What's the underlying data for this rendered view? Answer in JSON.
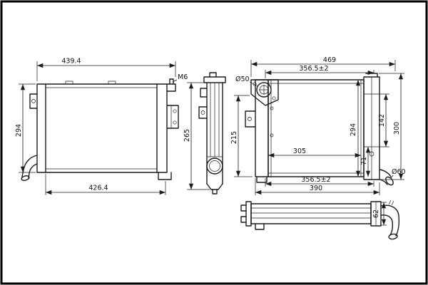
{
  "views": {
    "front_left": {
      "dim_width_top": "439.4",
      "thread_label": "M6",
      "dim_height": "294",
      "dim_width_bottom": "426.4"
    },
    "side": {
      "dim_height": "265"
    },
    "front_right": {
      "dim_width_outer": "469",
      "dim_width_inner_top": "356.5±2",
      "port_top_diameter": "Ø50",
      "dim_height_left": "215",
      "dim_height_core": "294",
      "dim_height_tank": "142",
      "dim_height_outer": "300",
      "dim_core_width": "305",
      "dim_offset": "71",
      "port_bottom_diameter": "Ø60",
      "dim_width_inner_bottom": "356.5±2",
      "dim_width_bottom": "390"
    },
    "top": {
      "dim_depth": "62"
    }
  }
}
